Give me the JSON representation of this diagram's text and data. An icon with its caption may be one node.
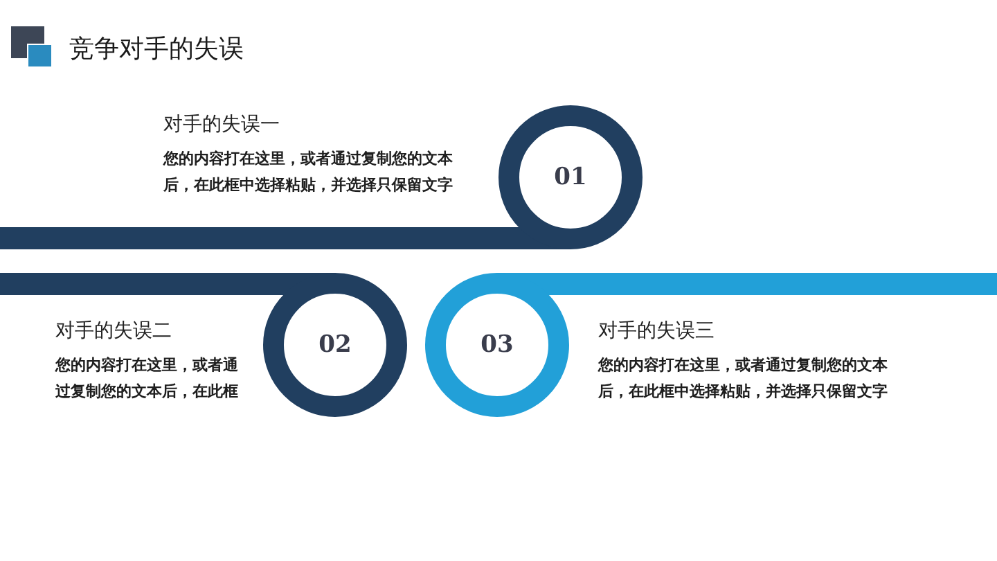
{
  "diagram": {
    "title": "竞争对手的失误",
    "nodes": [
      {
        "text": [
          "01"
        ],
        "beside": [
          "对手的失误一",
          "您的内容打在这里，或者通过复制您的文本后，在此框中选择粘贴，并选择只保留文字"
        ]
      },
      {
        "text": [
          "02"
        ],
        "beside": [
          "对手的失误二",
          "您的内容打在这里，或者通过复制您的文本后，在此框"
        ]
      },
      {
        "text": [
          "03"
        ],
        "beside": [
          "对手的失误三",
          "您的内容打在这里，或者通过复制您的文本后，在此框中选择粘贴，并选择只保留文字"
        ]
      },
      {
        "text": [],
        "shape": "bar"
      },
      {
        "text": [],
        "shape": "bar"
      },
      {
        "text": [],
        "shape": "bar"
      }
    ]
  }
}
